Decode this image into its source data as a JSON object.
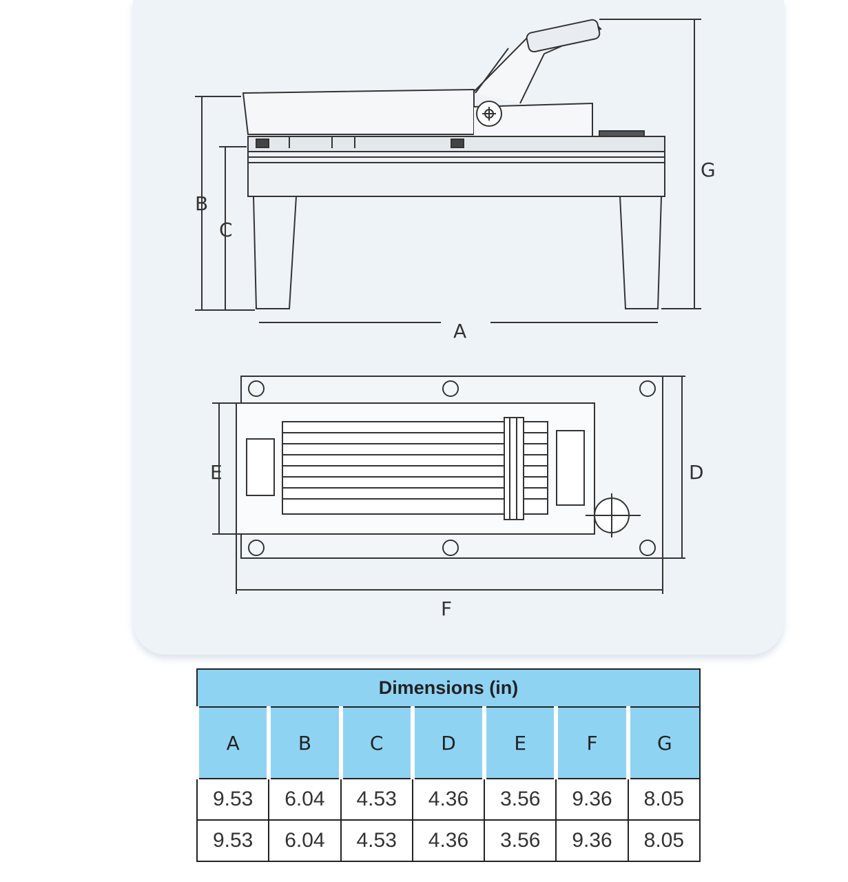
{
  "drawing": {
    "side_view_labels": {
      "a": "A",
      "b": "B",
      "c": "C",
      "g": "G"
    },
    "top_view_labels": {
      "d": "D",
      "e": "E",
      "f": "F"
    }
  },
  "table": {
    "title_main": "Dimensions",
    "title_unit": "(in)",
    "headers": [
      "A",
      "B",
      "C",
      "D",
      "E",
      "F",
      "G"
    ],
    "rows": [
      [
        "9.53",
        "6.04",
        "4.53",
        "4.36",
        "3.56",
        "9.36",
        "8.05"
      ],
      [
        "9.53",
        "6.04",
        "4.53",
        "4.36",
        "3.56",
        "9.36",
        "8.05"
      ]
    ]
  }
}
